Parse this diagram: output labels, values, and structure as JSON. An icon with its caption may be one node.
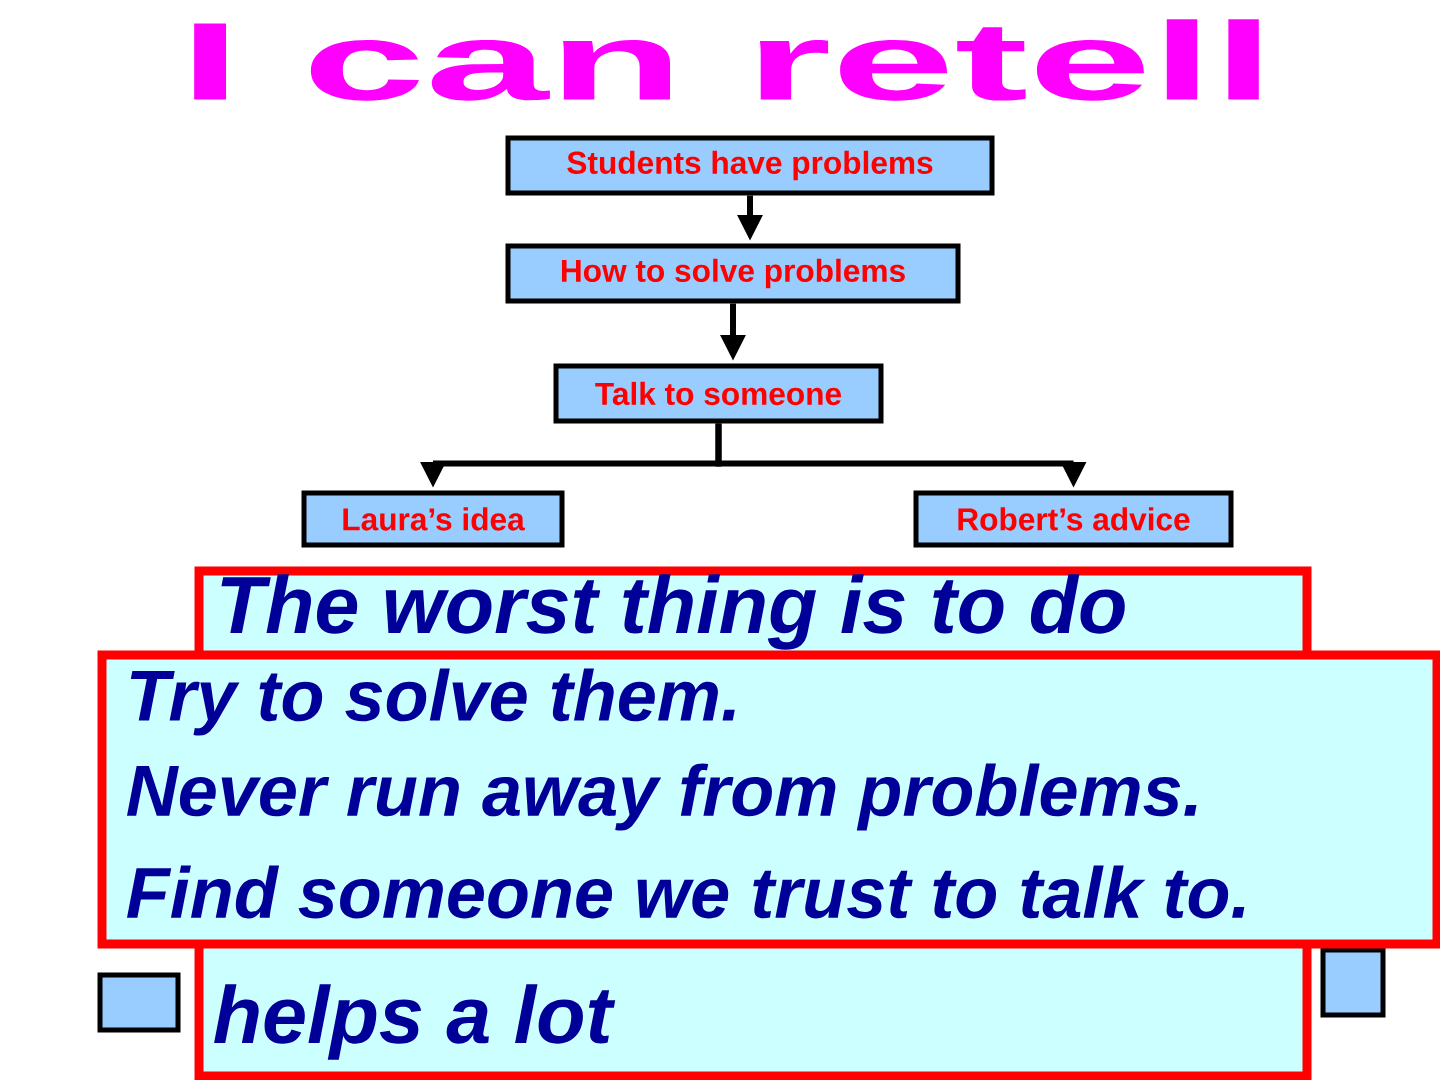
{
  "diagram": {
    "title": "I can retell",
    "nodes": [
      {
        "text": [
          "Students have problems"
        ]
      },
      {
        "text": [
          "How to solve problems"
        ]
      },
      {
        "text": [
          "Talk to someone"
        ]
      },
      {
        "text": [
          "Laura’s idea"
        ]
      },
      {
        "text": [
          "Robert’s advice"
        ]
      },
      {
        "text": [],
        "shape": "box"
      },
      {
        "text": [],
        "shape": "box"
      },
      {
        "text": [
          "The worst thing is to do",
          "helps a lot"
        ]
      },
      {
        "text": [
          "Try to solve them.",
          "Never  run away from problems.",
          "Find someone we trust to talk to."
        ]
      }
    ],
    "edges": [
      {
        "from": 0,
        "to": 1,
        "arrow": "to"
      },
      {
        "from": 1,
        "to": 2,
        "arrow": "to"
      },
      {
        "from": 2,
        "to": 3,
        "arrow": "to"
      },
      {
        "from": 2,
        "to": 4,
        "arrow": "to"
      }
    ]
  }
}
